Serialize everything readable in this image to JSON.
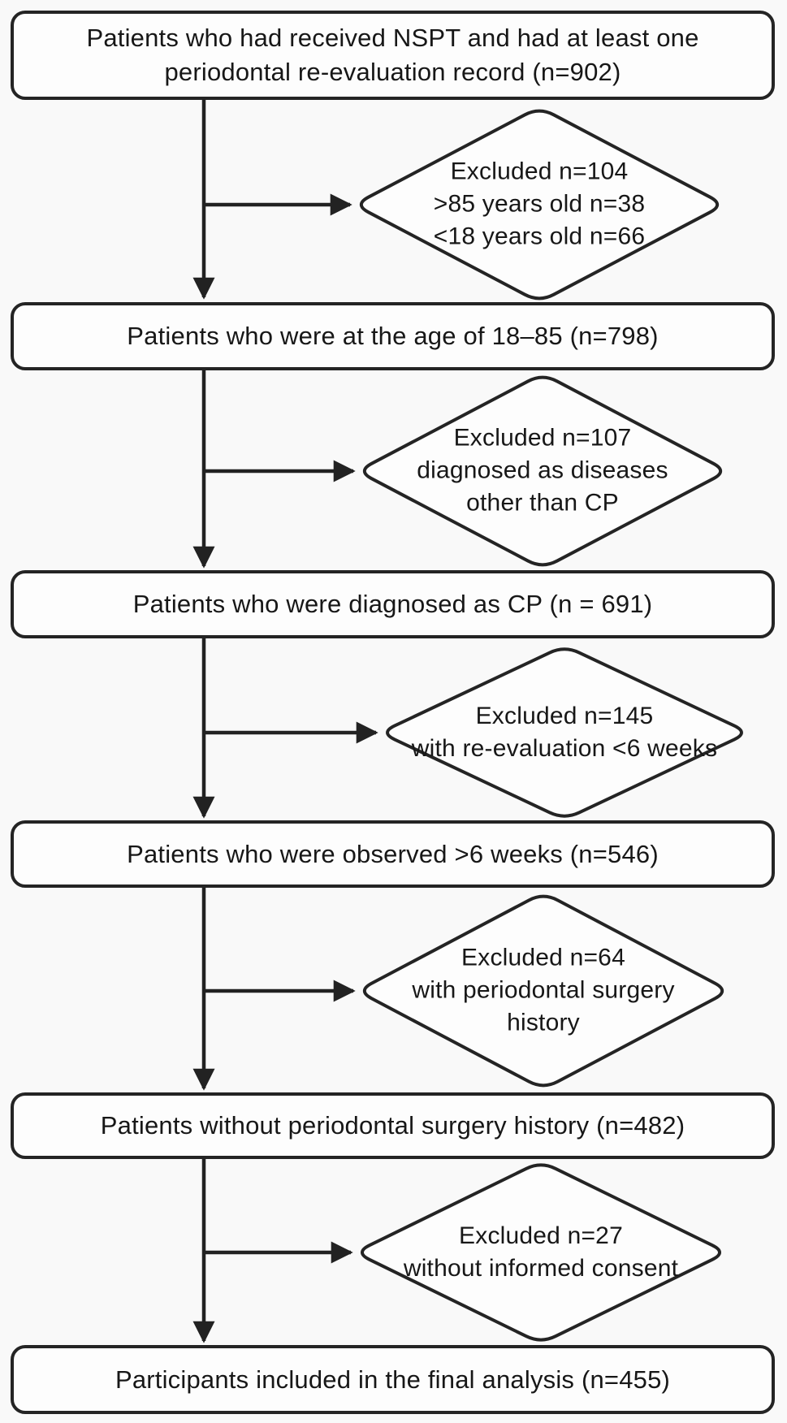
{
  "colors": {
    "line": "#222222",
    "text": "#171717",
    "shape_fill": "#fdfdfd",
    "background": "#f9f9f9"
  },
  "flow": {
    "boxes": [
      {
        "id": "received-nspt",
        "label": "Patients who had received NSPT and had at least one periodontal re-evaluation record (n=902)",
        "n": 902
      },
      {
        "id": "age-18-85",
        "label": "Patients who were at the age of 18–85 (n=798)",
        "n": 798
      },
      {
        "id": "diagnosed-cp",
        "label": "Patients who were diagnosed as CP (n = 691)",
        "n": 691
      },
      {
        "id": "observed-6-weeks",
        "label": "Patients who were observed >6 weeks (n=546)",
        "n": 546
      },
      {
        "id": "no-perio-surgery",
        "label": "Patients without periodontal surgery history (n=482)",
        "n": 482
      },
      {
        "id": "final-analysis",
        "label": "Participants included in the final analysis (n=455)",
        "n": 455
      }
    ],
    "exclusions": [
      {
        "id": "excluded-age",
        "n": 104,
        "lines": [
          "Excluded n=104",
          ">85 years old n=38",
          "<18 years old n=66"
        ]
      },
      {
        "id": "excluded-not-cp",
        "n": 107,
        "lines": [
          "Excluded n=107",
          "diagnosed as diseases",
          "other than CP"
        ]
      },
      {
        "id": "excluded-reeval",
        "n": 145,
        "lines": [
          "Excluded n=145",
          "with re-evaluation <6 weeks"
        ]
      },
      {
        "id": "excluded-surgery",
        "n": 64,
        "lines": [
          "Excluded n=64",
          "with periodontal surgery",
          "history"
        ]
      },
      {
        "id": "excluded-consent",
        "n": 27,
        "lines": [
          "Excluded n=27",
          "without informed consent"
        ]
      }
    ]
  }
}
